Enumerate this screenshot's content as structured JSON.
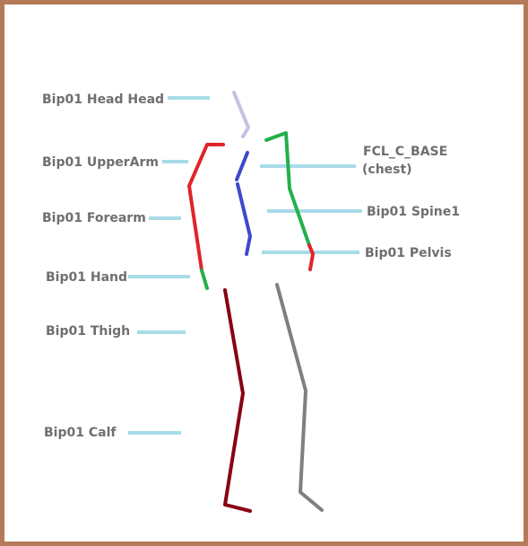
{
  "labels": {
    "head": "Bip01 Head Head",
    "upperarm": "Bip01 UpperArm",
    "forearm": "Bip01 Forearm",
    "hand": "Bip01 Hand",
    "thigh": "Bip01 Thigh",
    "calf": "Bip01 Calf",
    "chest_line1": "FCL_C_BASE",
    "chest_line2": "(chest)",
    "spine1": "Bip01 Spine1",
    "pelvis": "Bip01 Pelvis"
  },
  "colors": {
    "frame": "#b47a57",
    "label_text": "#6f6f6f",
    "leader_line": "#a8dbe8",
    "head_bone": "#c8c0e2",
    "arm_bone": "#e0242a",
    "hand_bone": "#22b04a",
    "spine_bone": "#3f48cc",
    "chest_bone": "#22b04a",
    "pelvis_bone": "#e0242a",
    "front_leg": "#880015",
    "back_leg": "#7f7f7f"
  }
}
